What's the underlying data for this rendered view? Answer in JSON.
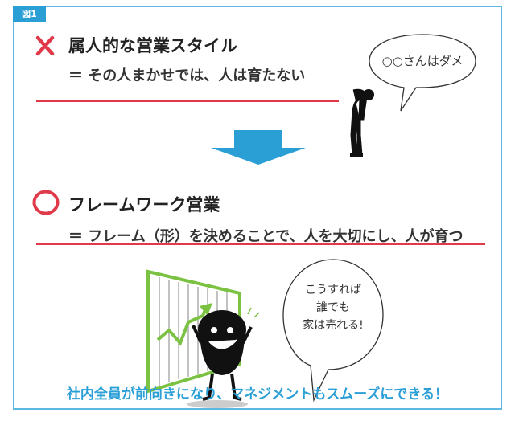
{
  "figure_label": "図1",
  "bad": {
    "icon": "cross-icon",
    "title": "属人的な営業スタイル",
    "subtitle": "＝ その人まかせでは、人は育たない",
    "speech": "○○さんはダメ"
  },
  "good": {
    "icon": "circle-icon",
    "title": "フレームワーク営業",
    "subtitle": "＝ フレーム（形）を決めることで、人を大切にし、人が育つ",
    "speech_lines": [
      "こうすれば",
      "誰でも",
      "家は売れる!"
    ]
  },
  "conclusion": "社内全員が前向きになり、マネジメントもスムーズにできる！",
  "colors": {
    "accent_blue": "#2a9fd6",
    "red": "#e03a4a",
    "green": "#7cc242"
  }
}
